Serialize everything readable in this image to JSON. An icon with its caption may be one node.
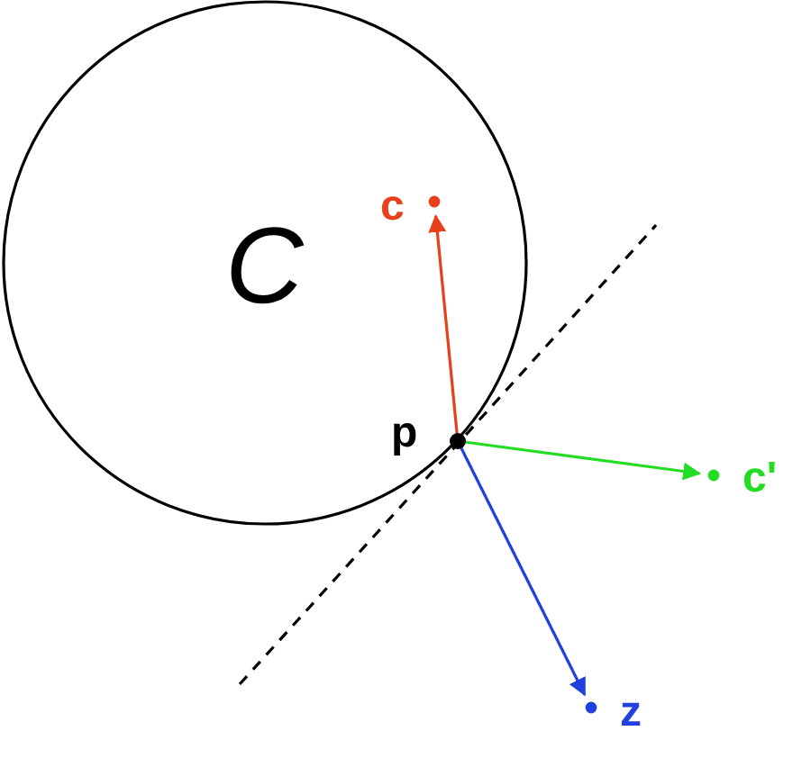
{
  "diagram": {
    "nodes": [
      {
        "text": [
          "C"
        ]
      },
      {
        "text": [
          "c"
        ],
        "in": 0
      },
      {
        "text": [
          "p"
        ]
      },
      {
        "text": [
          "c'"
        ]
      },
      {
        "text": [
          "z"
        ]
      }
    ],
    "edges": [
      {
        "from": 2,
        "to": 1,
        "arrow": "to",
        "color": "#e8401c"
      },
      {
        "from": 2,
        "to": 3,
        "arrow": "to",
        "color": "#22dd22"
      },
      {
        "from": 2,
        "to": 4,
        "arrow": "to",
        "color": "#2240dd"
      }
    ]
  }
}
